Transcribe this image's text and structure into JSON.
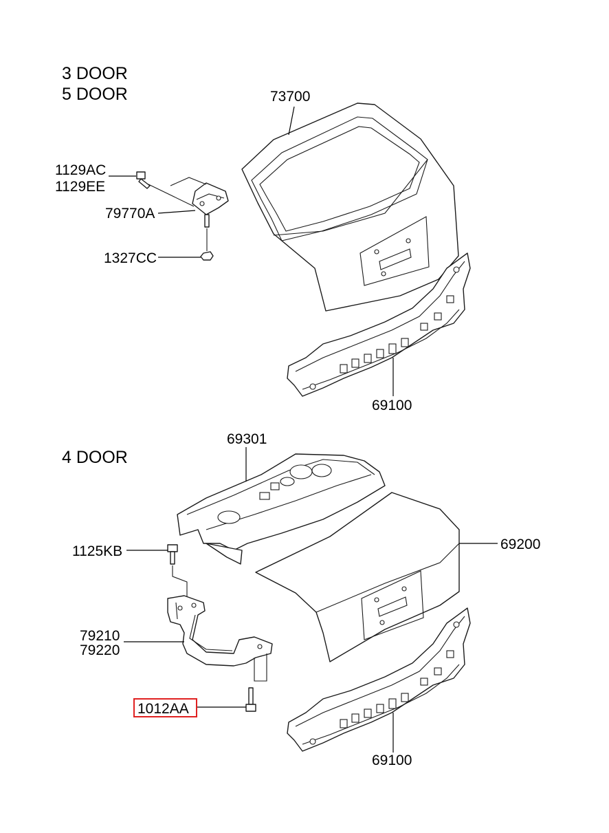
{
  "sections": {
    "upper_header_1": "3 DOOR",
    "upper_header_2": "5 DOOR",
    "lower_header": "4 DOOR"
  },
  "labels": {
    "tailgate": "73700",
    "bolt_a": "1129AC",
    "bolt_b": "1129EE",
    "hinge": "79770A",
    "nut": "1327CC",
    "rear_panel_upper": "69100",
    "package_tray": "69301",
    "bolt_hinge": "1125KB",
    "trunk_lid": "69200",
    "hinge_lh": "79210",
    "hinge_rh": "79220",
    "bolt_highlight": "1012AA",
    "rear_panel_lower": "69100"
  },
  "colors": {
    "highlight": "#e02020",
    "line": "#1a1a1a"
  }
}
